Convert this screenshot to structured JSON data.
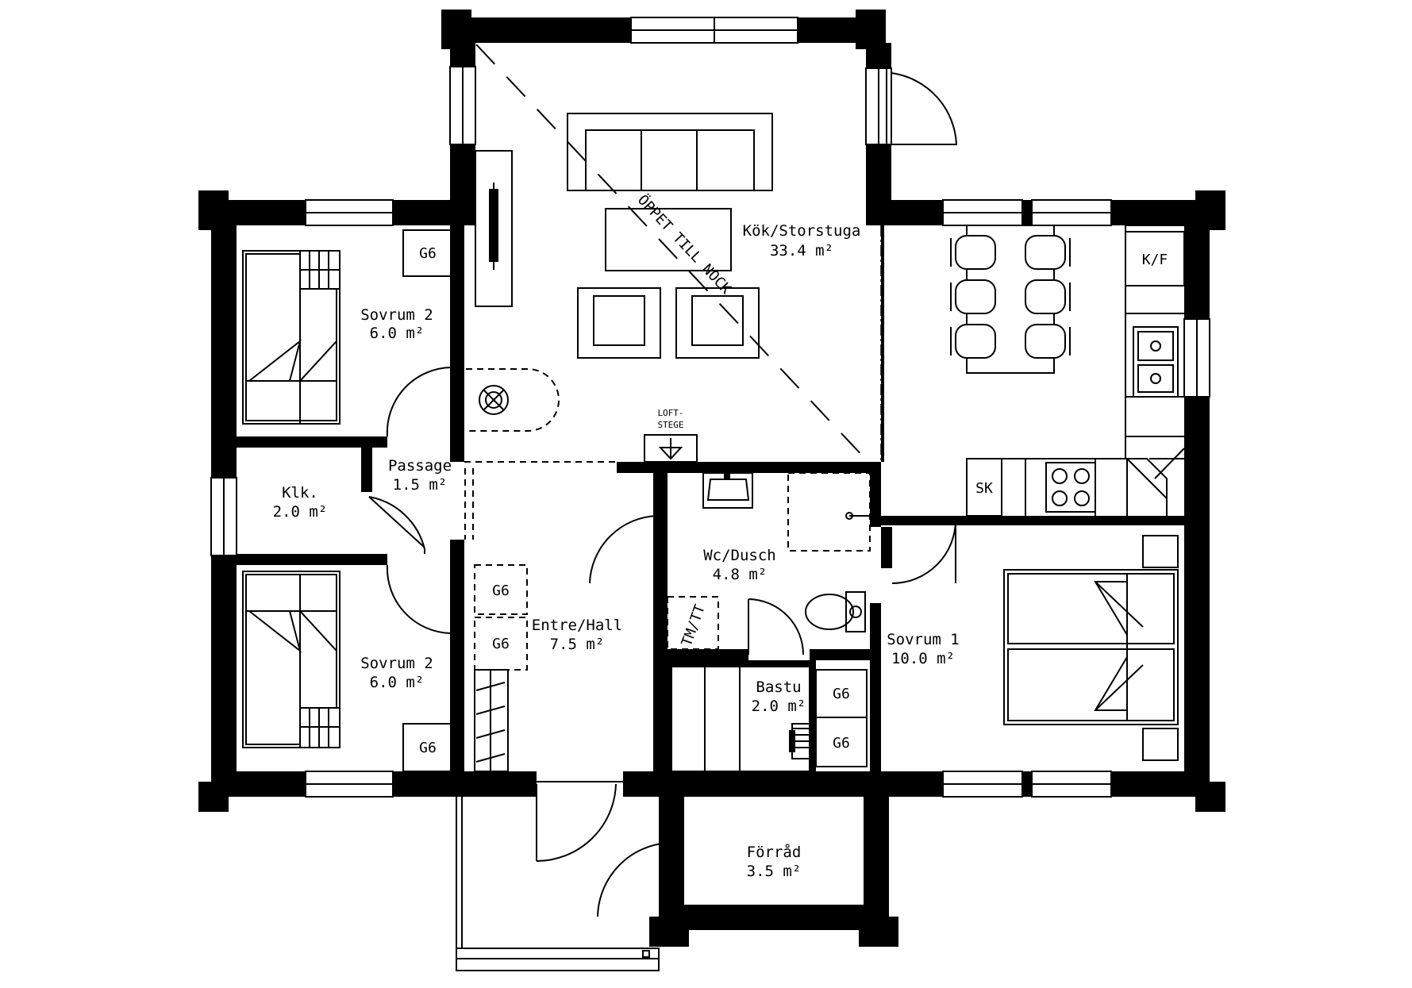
{
  "rooms": {
    "kok": {
      "name": "Kök/Storstuga",
      "area": "33.4 m²"
    },
    "sovrum2_upper": {
      "name": "Sovrum 2",
      "area": "6.0 m²"
    },
    "passage": {
      "name": "Passage",
      "area": "1.5 m²"
    },
    "klk": {
      "name": "Klk.",
      "area": "2.0 m²"
    },
    "sovrum2_lower": {
      "name": "Sovrum 2",
      "area": "6.0 m²"
    },
    "entre": {
      "name": "Entre/Hall",
      "area": "7.5 m²"
    },
    "wc": {
      "name": "Wc/Dusch",
      "area": "4.8 m²"
    },
    "bastu": {
      "name": "Bastu",
      "area": "2.0 m²"
    },
    "sovrum1": {
      "name": "Sovrum 1",
      "area": "10.0 m²"
    },
    "forrad": {
      "name": "Förråd",
      "area": "3.5 m²"
    }
  },
  "annotations": {
    "open_to_ridge": "ÖPPET TILL NOCK",
    "loft_ladder_line1": "LOFT-",
    "loft_ladder_line2": "STEGE",
    "wardrobe": "G6",
    "fridge_freezer": "K/F",
    "cabinet": "SK",
    "washer_dryer": "TM/TT"
  }
}
